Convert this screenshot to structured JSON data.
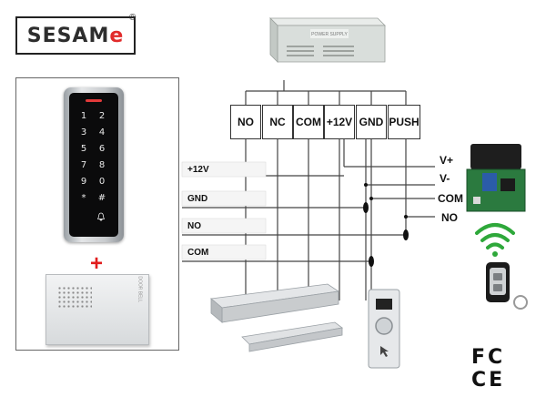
{
  "brand": {
    "name_main": "SESAM",
    "name_accent": "e",
    "registered": "®"
  },
  "keypad": {
    "keys": [
      {
        "label": "1"
      },
      {
        "label": "2"
      },
      {
        "label": "3"
      },
      {
        "label": "4"
      },
      {
        "label": "5"
      },
      {
        "label": "6"
      },
      {
        "label": "7"
      },
      {
        "label": "8"
      },
      {
        "label": "9"
      },
      {
        "label": "0"
      },
      {
        "label": "*"
      },
      {
        "label": "#"
      }
    ],
    "plus": "+"
  },
  "doorbell": {
    "text": "DOOR BELL"
  },
  "power_supply": {
    "label": "POWER SUPPLY"
  },
  "terminals": [
    {
      "label": "NO"
    },
    {
      "label": "NC"
    },
    {
      "label": "COM"
    },
    {
      "label": "+12V"
    },
    {
      "label": "GND"
    },
    {
      "label": "PUSH"
    }
  ],
  "keypad_wires": [
    {
      "label": "+12V"
    },
    {
      "label": "GND"
    },
    {
      "label": "NO"
    },
    {
      "label": "COM"
    }
  ],
  "relay_terminals": [
    {
      "label": "V+"
    },
    {
      "label": "V-"
    },
    {
      "label": "COM"
    },
    {
      "label": "NO"
    }
  ],
  "certifications": "FC CE",
  "colors": {
    "accent_red": "#e12b2b",
    "wire": "#444444",
    "wifi_green": "#2ea83a"
  }
}
